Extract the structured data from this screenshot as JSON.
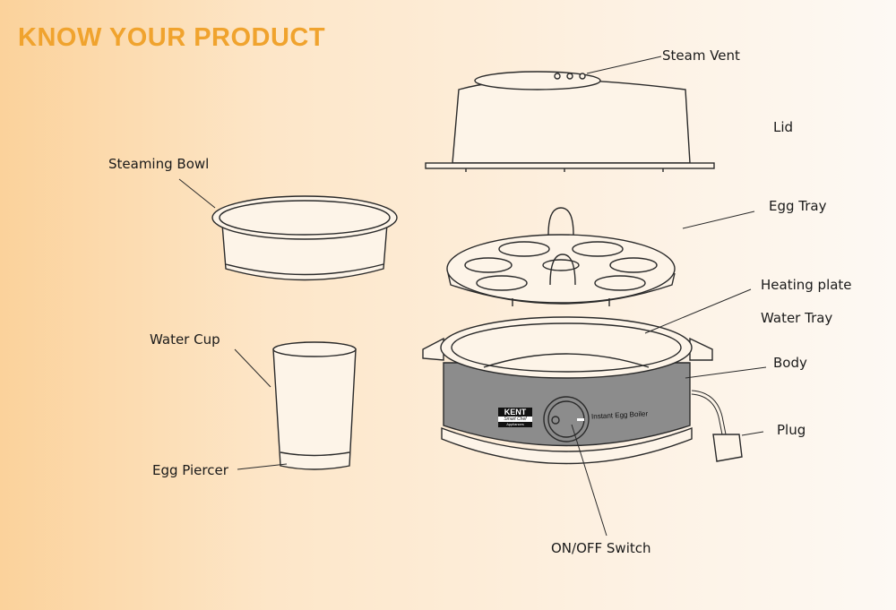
{
  "title": "KNOW YOUR PRODUCT",
  "labels": {
    "steam_vent": "Steam Vent",
    "lid": "Lid",
    "steaming_bowl": "Steaming Bowl",
    "egg_tray": "Egg Tray",
    "heating_plate": "Heating plate",
    "water_tray": "Water Tray",
    "body": "Body",
    "plug": "Plug",
    "water_cup": "Water Cup",
    "egg_piercer": "Egg Piercer",
    "on_off_switch": "ON/OFF Switch"
  },
  "product": {
    "brand": "KENT",
    "sub_brand": "Smart Chef",
    "brand_tag": "Appliances",
    "name": "Instant Egg Boiler"
  },
  "colors": {
    "title": "#f0a32e",
    "body_band": "#8c8c8c"
  }
}
